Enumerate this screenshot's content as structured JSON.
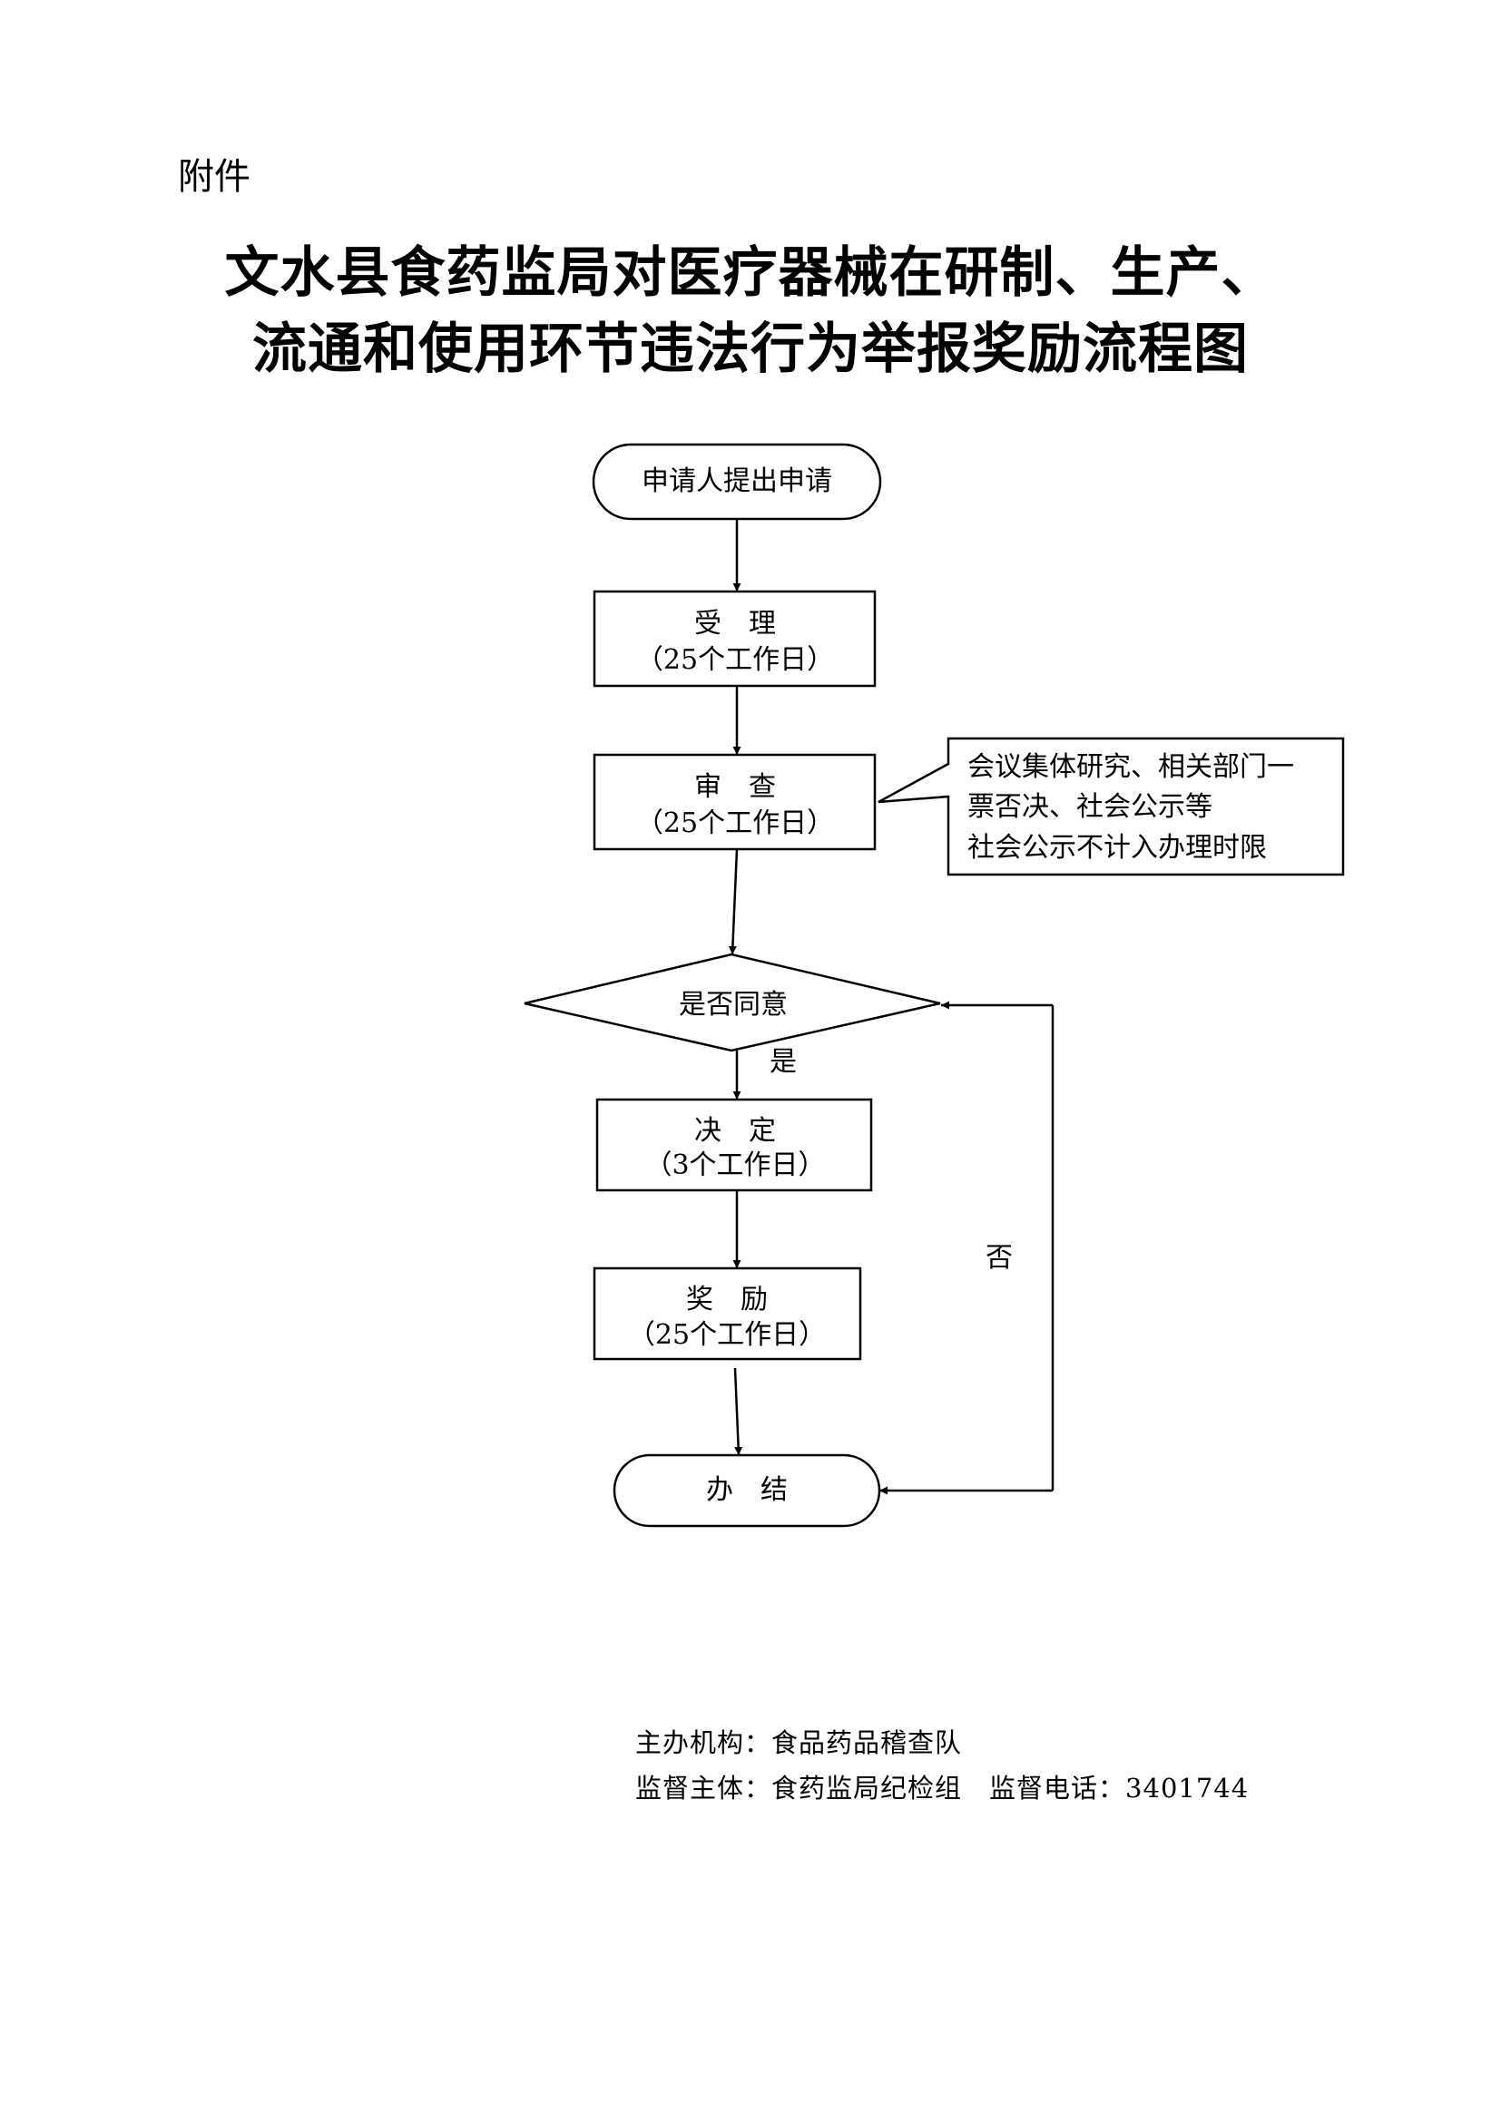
{
  "attachment_label": "附件",
  "title": {
    "line1": "文水县食药监局对医疗器械在研制、生产、",
    "line2": "流通和使用环节违法行为举报奖励流程图"
  },
  "flow": {
    "start": "申请人提出申请",
    "accept": {
      "name": "受　理",
      "days": "（25个工作日）"
    },
    "review": {
      "name": "审　查",
      "days": "（25个工作日）"
    },
    "note": {
      "line1": "会议集体研究、相关部门一",
      "line2": "票否决、社会公示等",
      "line3": "社会公示不计入办理时限"
    },
    "decision_q": "是否同意",
    "yes_label": "是",
    "no_label": "否",
    "decide": {
      "name": "决　定",
      "days": "（3个工作日）"
    },
    "reward": {
      "name": "奖　励",
      "days": "（25个工作日）"
    },
    "end": "办　结"
  },
  "footer": {
    "organizer_label": "主办机构：",
    "organizer": "食品药品稽查队",
    "supervisor_label": "监督主体：",
    "supervisor": "食药监局纪检组",
    "phone_label": "监督电话：",
    "phone": "3401744"
  }
}
